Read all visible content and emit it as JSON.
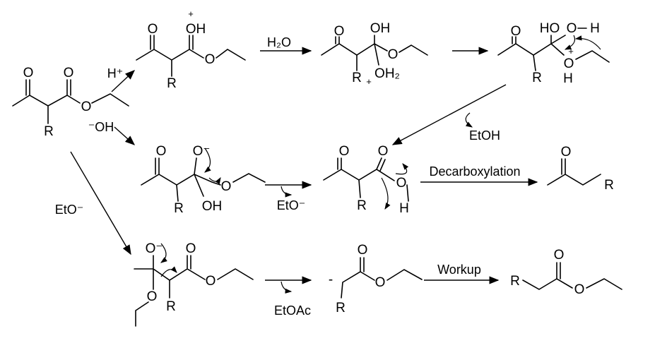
{
  "reagents": {
    "h_plus": "H⁺",
    "water": "H₂O",
    "etoh": "EtOH",
    "hydroxide": "⁻OH",
    "ethoxide_mid": "EtO⁻",
    "ethoxide_left": "EtO⁻",
    "etoac": "EtOAc",
    "decarboxylation": "Decarboxylation",
    "workup": "Workup"
  },
  "structures": {
    "start": [
      "O",
      "O",
      "O",
      "R"
    ],
    "protonated": [
      "O",
      "OH",
      "+",
      "O",
      "R"
    ],
    "hydrated": [
      "O",
      "OH",
      "O",
      "OH₂",
      "+",
      "R"
    ],
    "proton_transfer": [
      "O",
      "HO",
      "O",
      "H",
      "O",
      "+",
      "H",
      "R"
    ],
    "hydroxide_adduct": [
      "O",
      "O⁻",
      "O",
      "OH",
      "R"
    ],
    "acid": [
      "O",
      "O",
      "O",
      "H",
      "R"
    ],
    "ketone": [
      "O",
      "R"
    ],
    "ethoxide_adduct": [
      "O⁻",
      "O",
      "O",
      "O",
      "R"
    ],
    "carbanion": [
      "-",
      "O",
      "O",
      "R"
    ],
    "ester": [
      "R",
      "O",
      "O"
    ]
  },
  "colors": {
    "ink": "#000000",
    "background": "#ffffff"
  }
}
